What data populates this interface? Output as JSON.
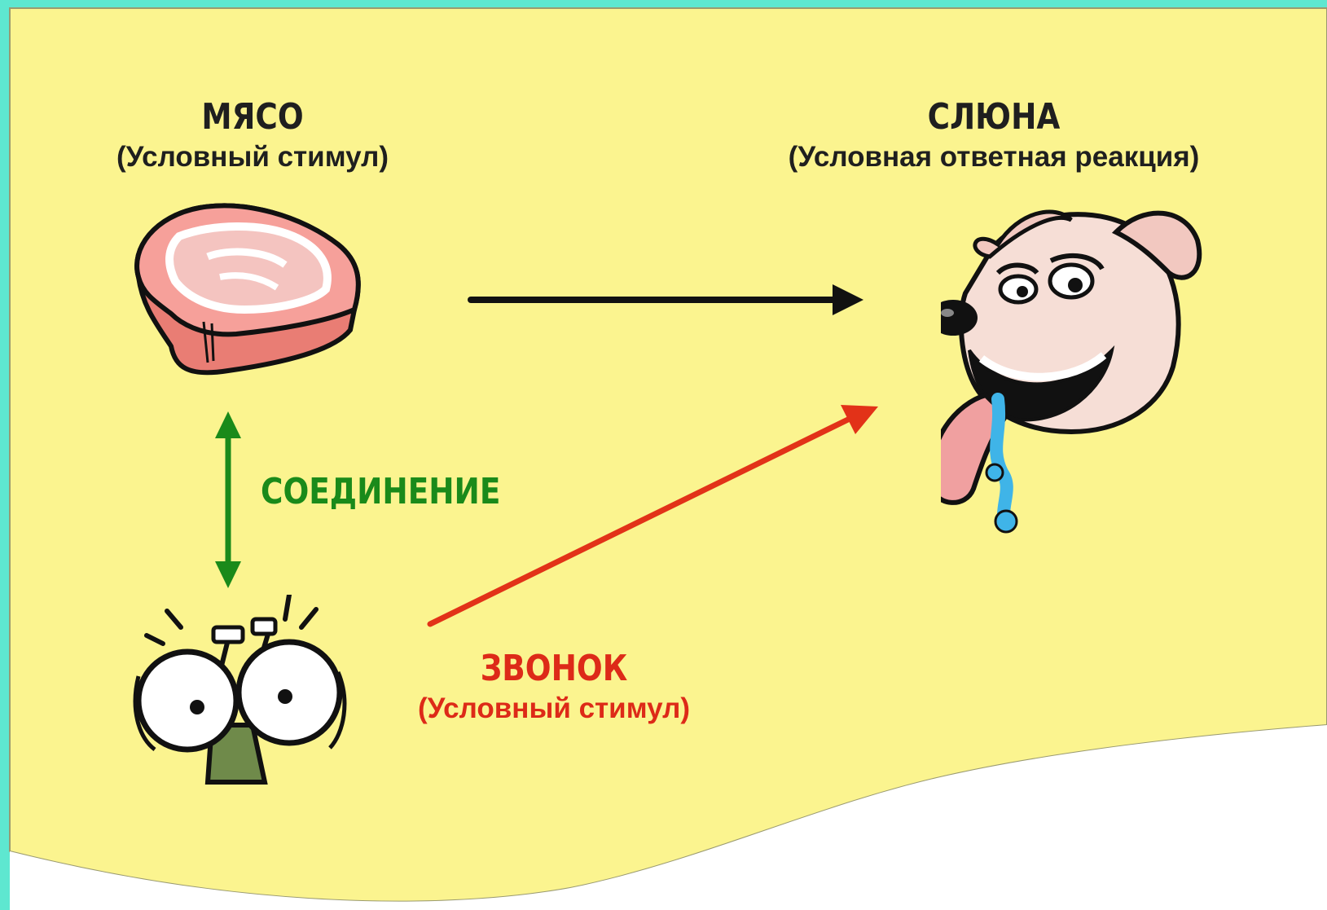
{
  "diagram": {
    "meat": {
      "title": "МЯСО",
      "subtitle": "(Условный стимул)"
    },
    "saliva": {
      "title": "СЛЮНА",
      "subtitle": "(Условная ответная реакция)"
    },
    "connection": {
      "title": "СОЕДИНЕНИЕ"
    },
    "bell": {
      "title": "ЗВОНОК",
      "subtitle": "(Условный стимул)"
    }
  },
  "colors": {
    "background": "#fbf48f",
    "frame_border": "#5ee7d0",
    "arrow_black": "#111111",
    "arrow_red": "#e23218",
    "arrow_green": "#1a8a1a",
    "meat_red": "#f08c84",
    "meat_fat": "#ffffff",
    "dog_skin": "#f6ded6",
    "drool": "#3fb4e8"
  }
}
